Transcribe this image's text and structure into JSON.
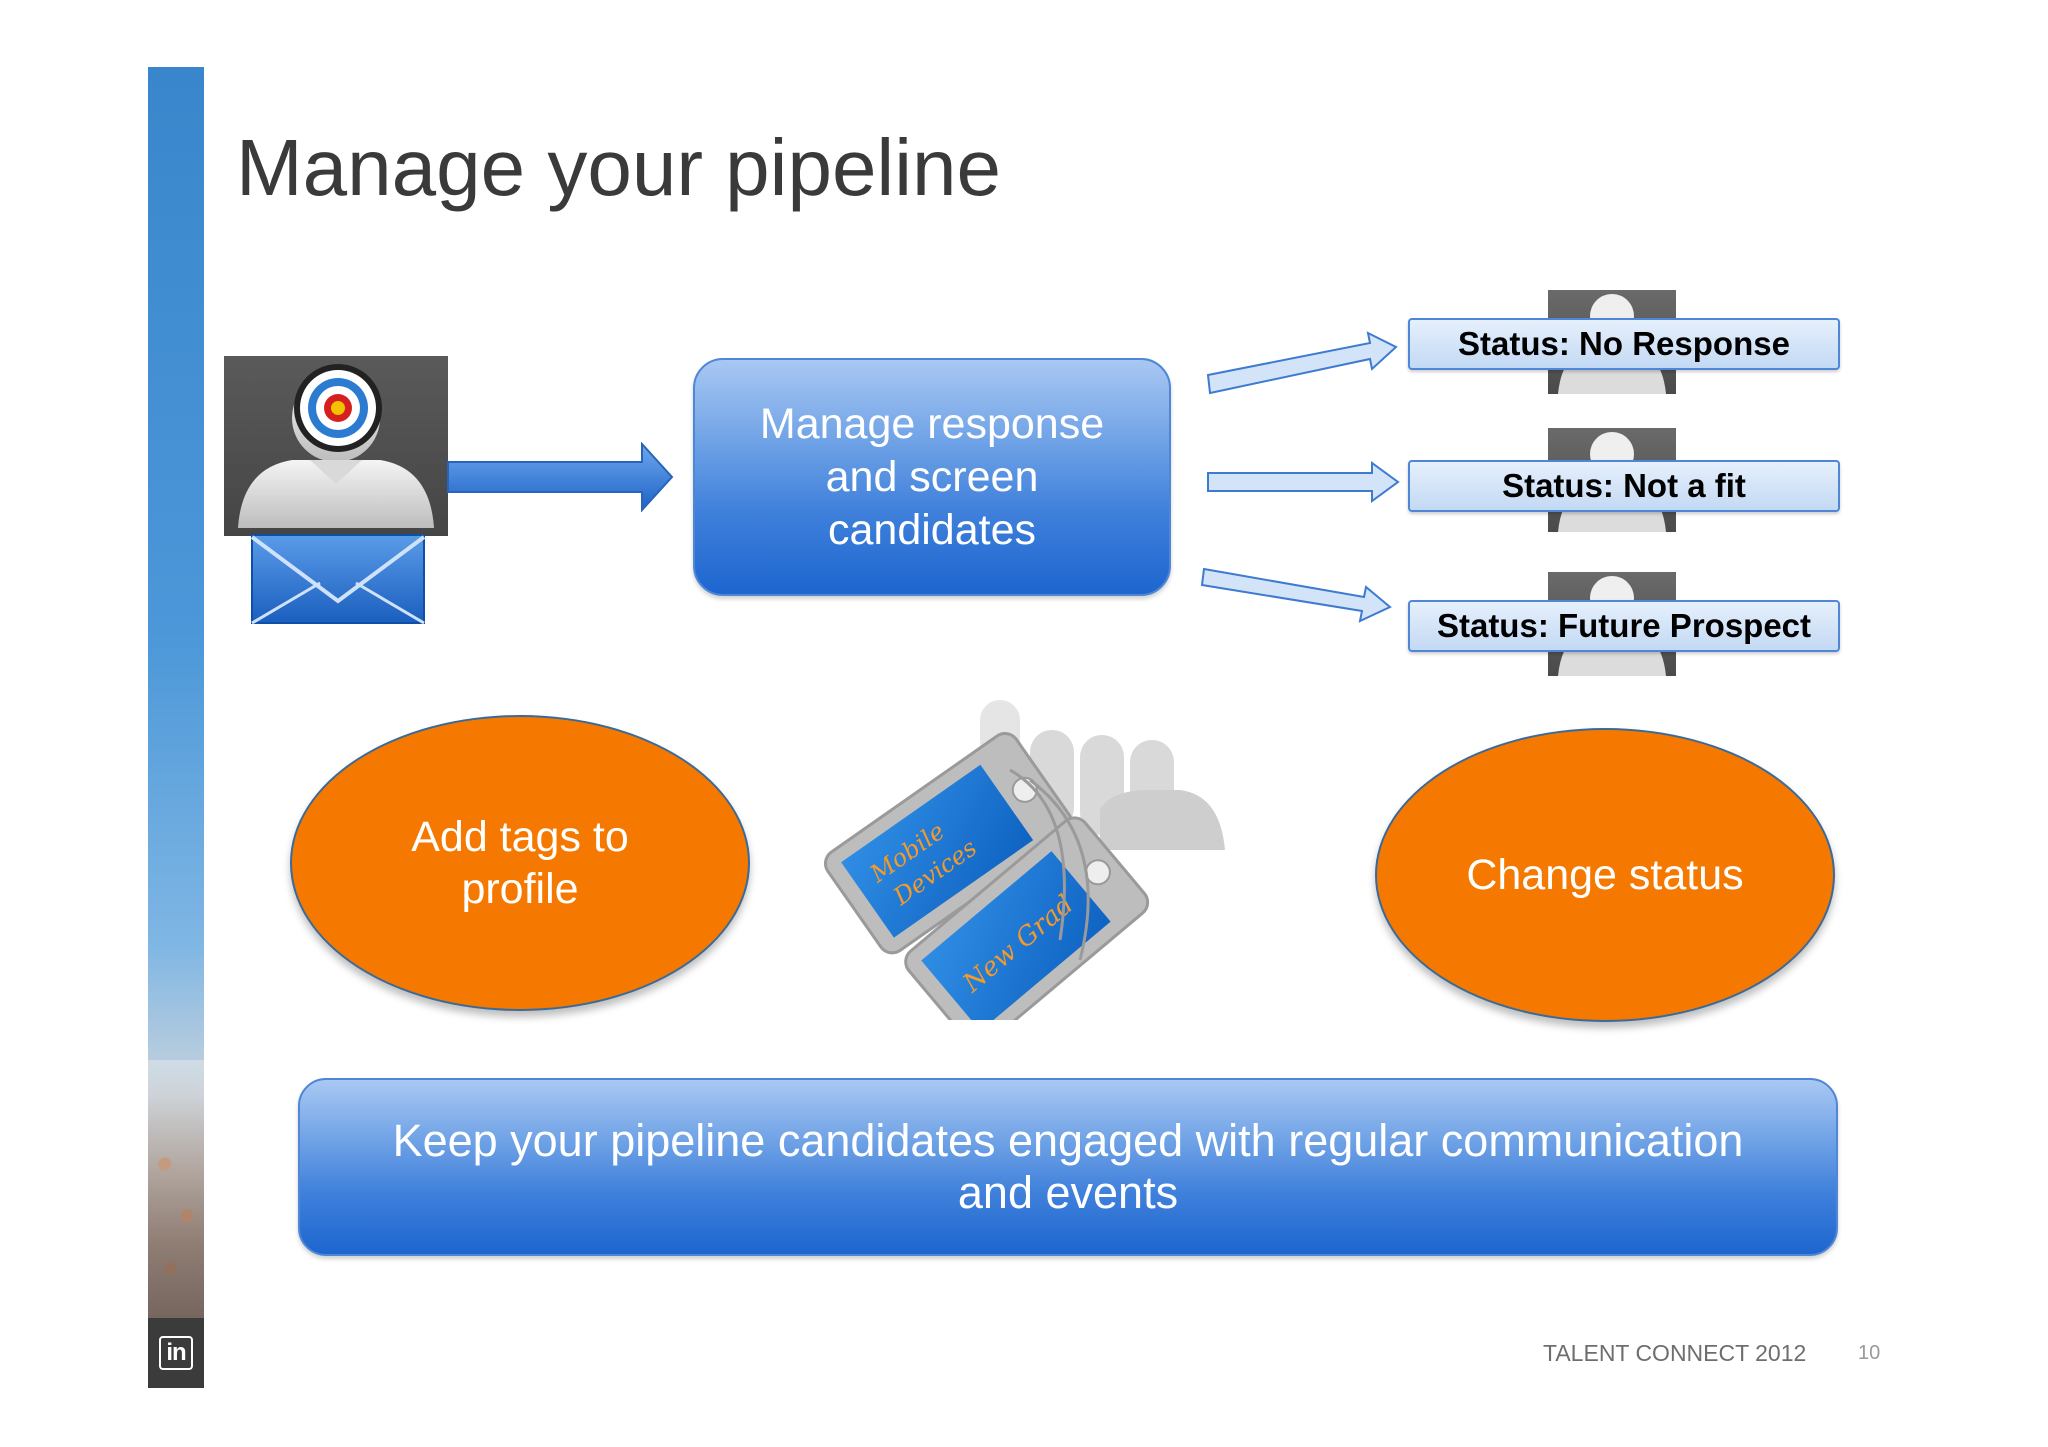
{
  "slide": {
    "title": "Manage your pipeline",
    "manage_box_text": "Manage response and screen candidates",
    "statuses": [
      "Status: No Response",
      "Status: Not a fit",
      "Status: Future Prospect"
    ],
    "add_tags_text": "Add tags to profile",
    "change_status_text": "Change status",
    "tags": [
      "Mobile Devices",
      "New Grad"
    ],
    "bottom_box_text": "Keep your pipeline candidates engaged with regular communication and events"
  },
  "footer": {
    "brand": "TALENT CONNECT 2012",
    "page_number": "10",
    "logo_text": "in"
  },
  "colors": {
    "accent_blue": "#3f80db",
    "orange": "#f57900",
    "status_fill": "#c3d9f4"
  }
}
